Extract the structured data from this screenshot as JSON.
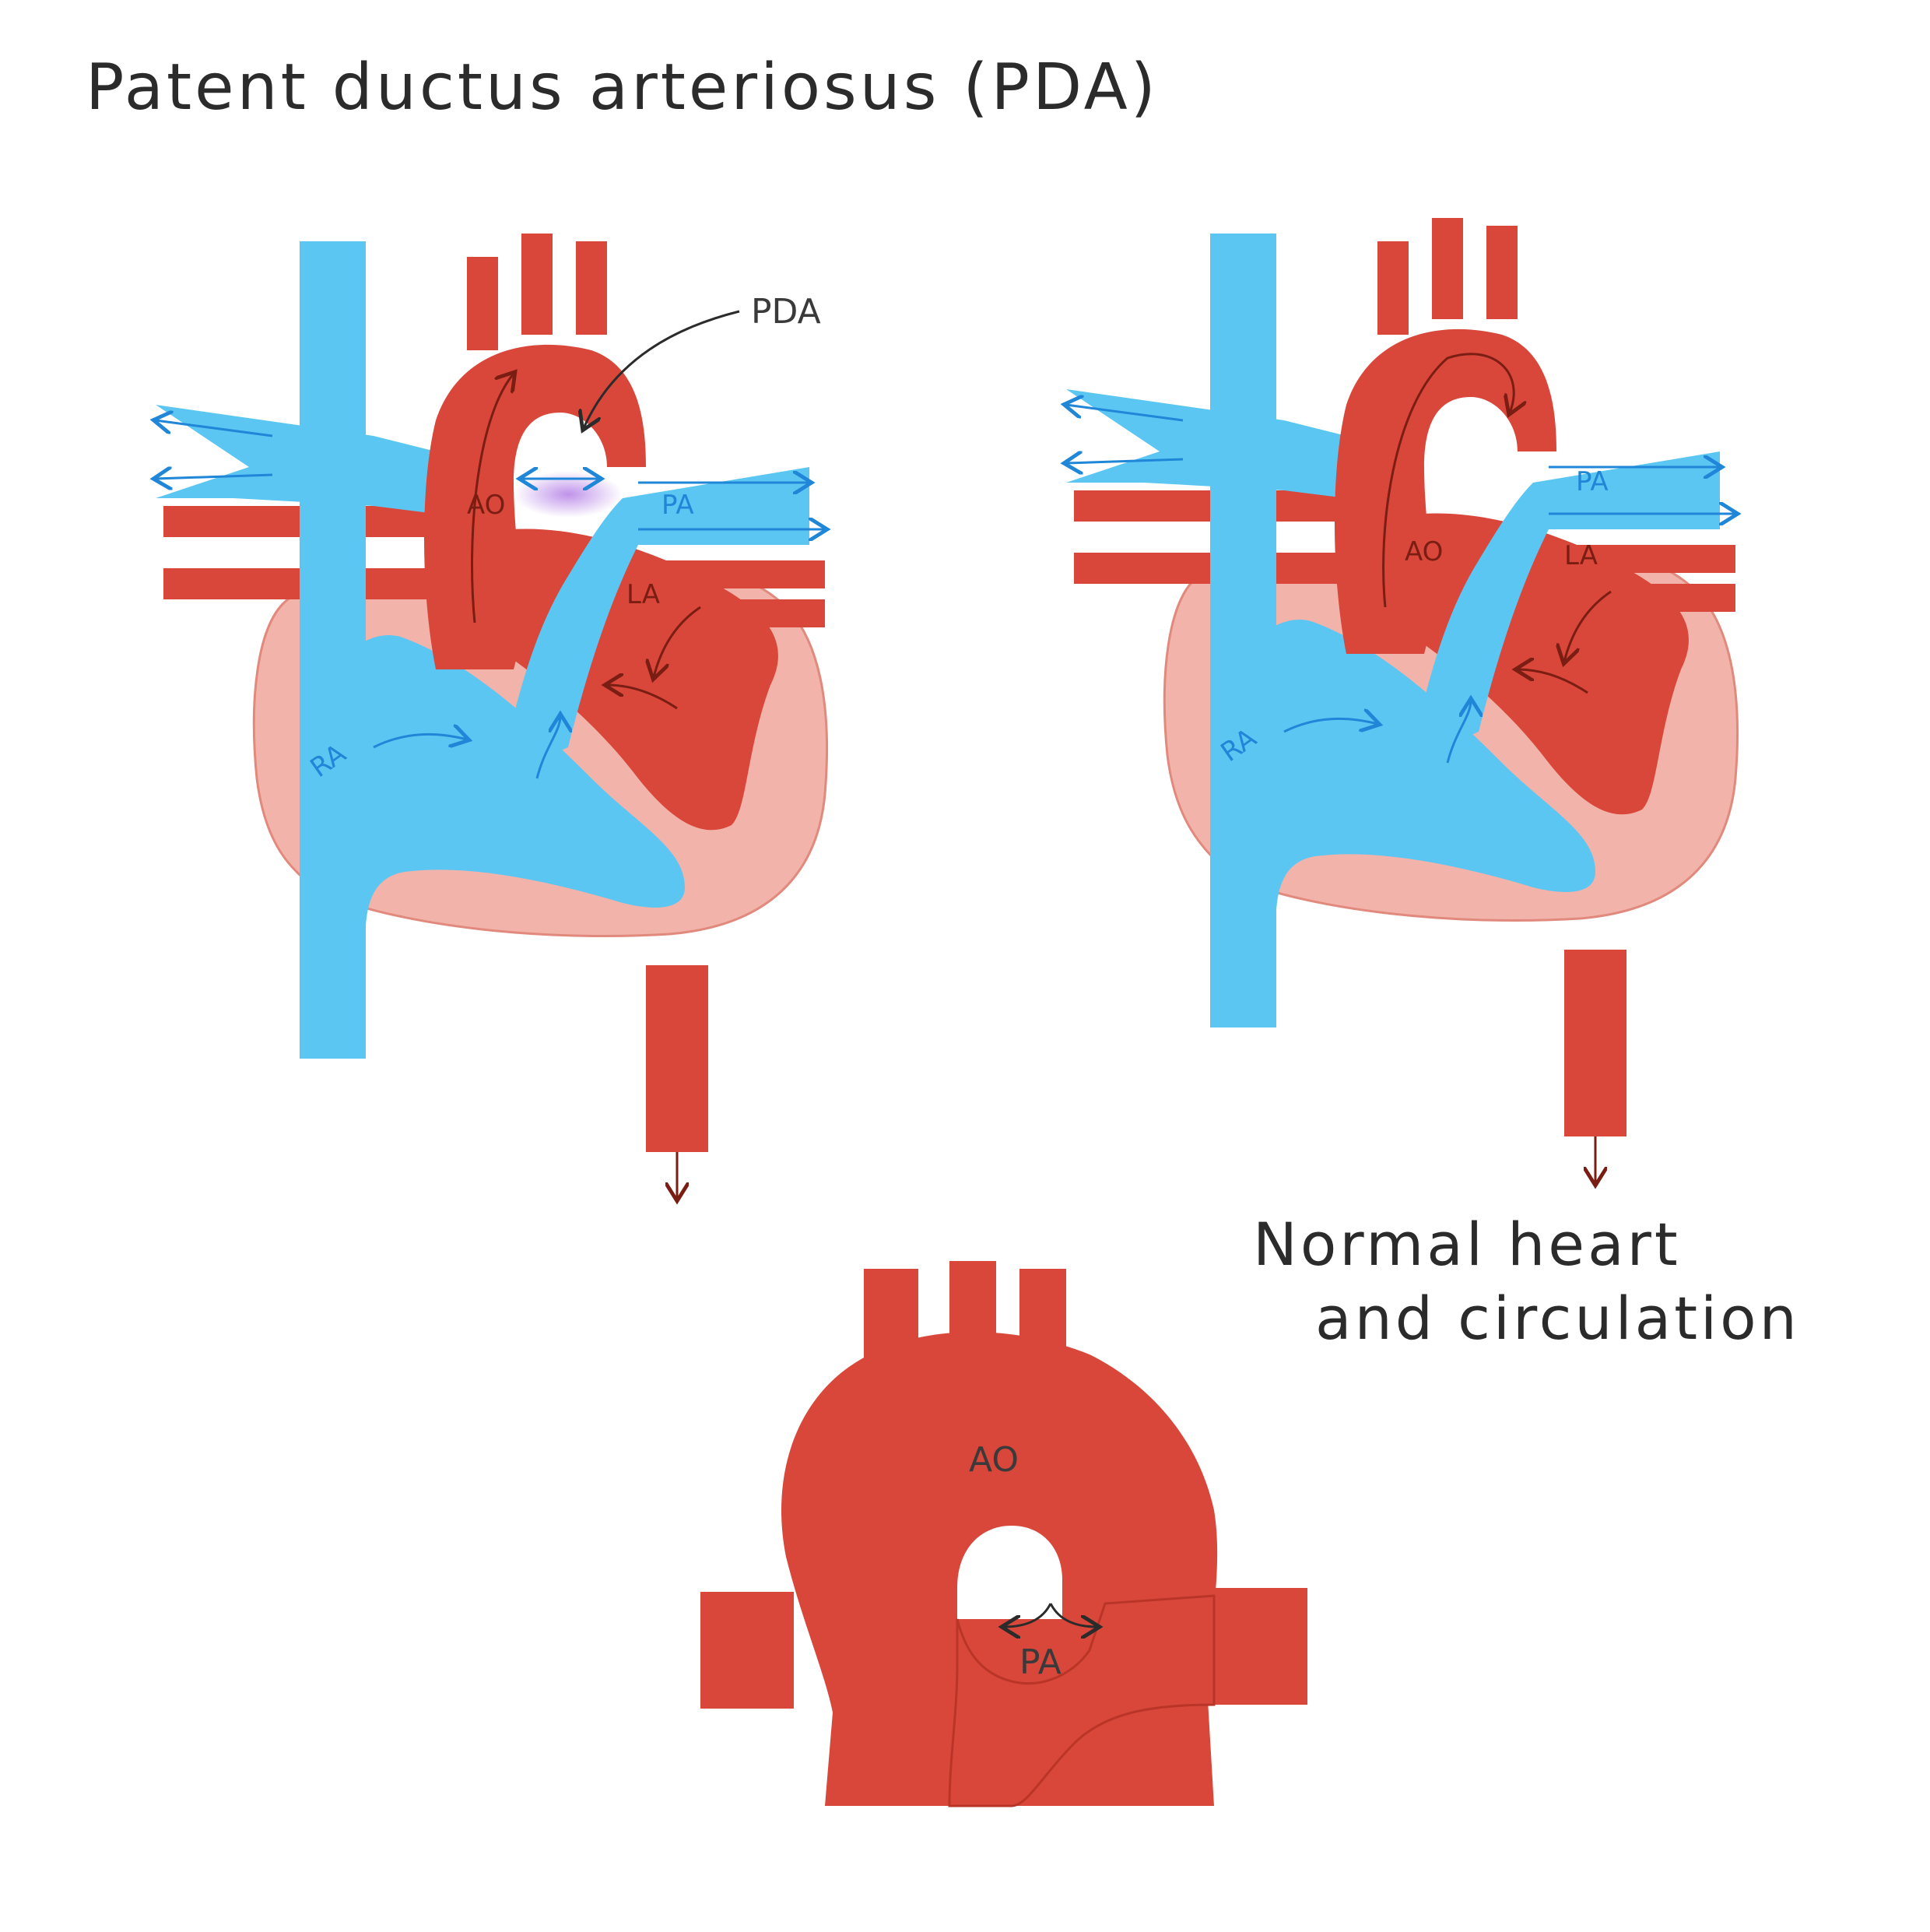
{
  "title": "Patent ductus arteriosus (PDA)",
  "caption": {
    "line1": "Normal heart",
    "line2": "and circulation"
  },
  "pda_heart": {
    "callout": "PDA",
    "labels": {
      "ao": "AO",
      "pa": "PA",
      "la": "LA",
      "ra": "RA"
    }
  },
  "normal_heart": {
    "labels": {
      "ao": "AO",
      "pa": "PA",
      "la": "LA",
      "ra": "RA"
    }
  },
  "detail": {
    "labels": {
      "ao": "AO",
      "pa": "PA"
    }
  },
  "colors": {
    "arterial_red": "#d9473a",
    "venous_blue": "#5cc6f2",
    "pericardium_pink": "#f2b3aa",
    "flow_arrow_red": "#7a1d13",
    "flow_arrow_blue": "#1f86d8",
    "ink": "#2b2b2b"
  }
}
